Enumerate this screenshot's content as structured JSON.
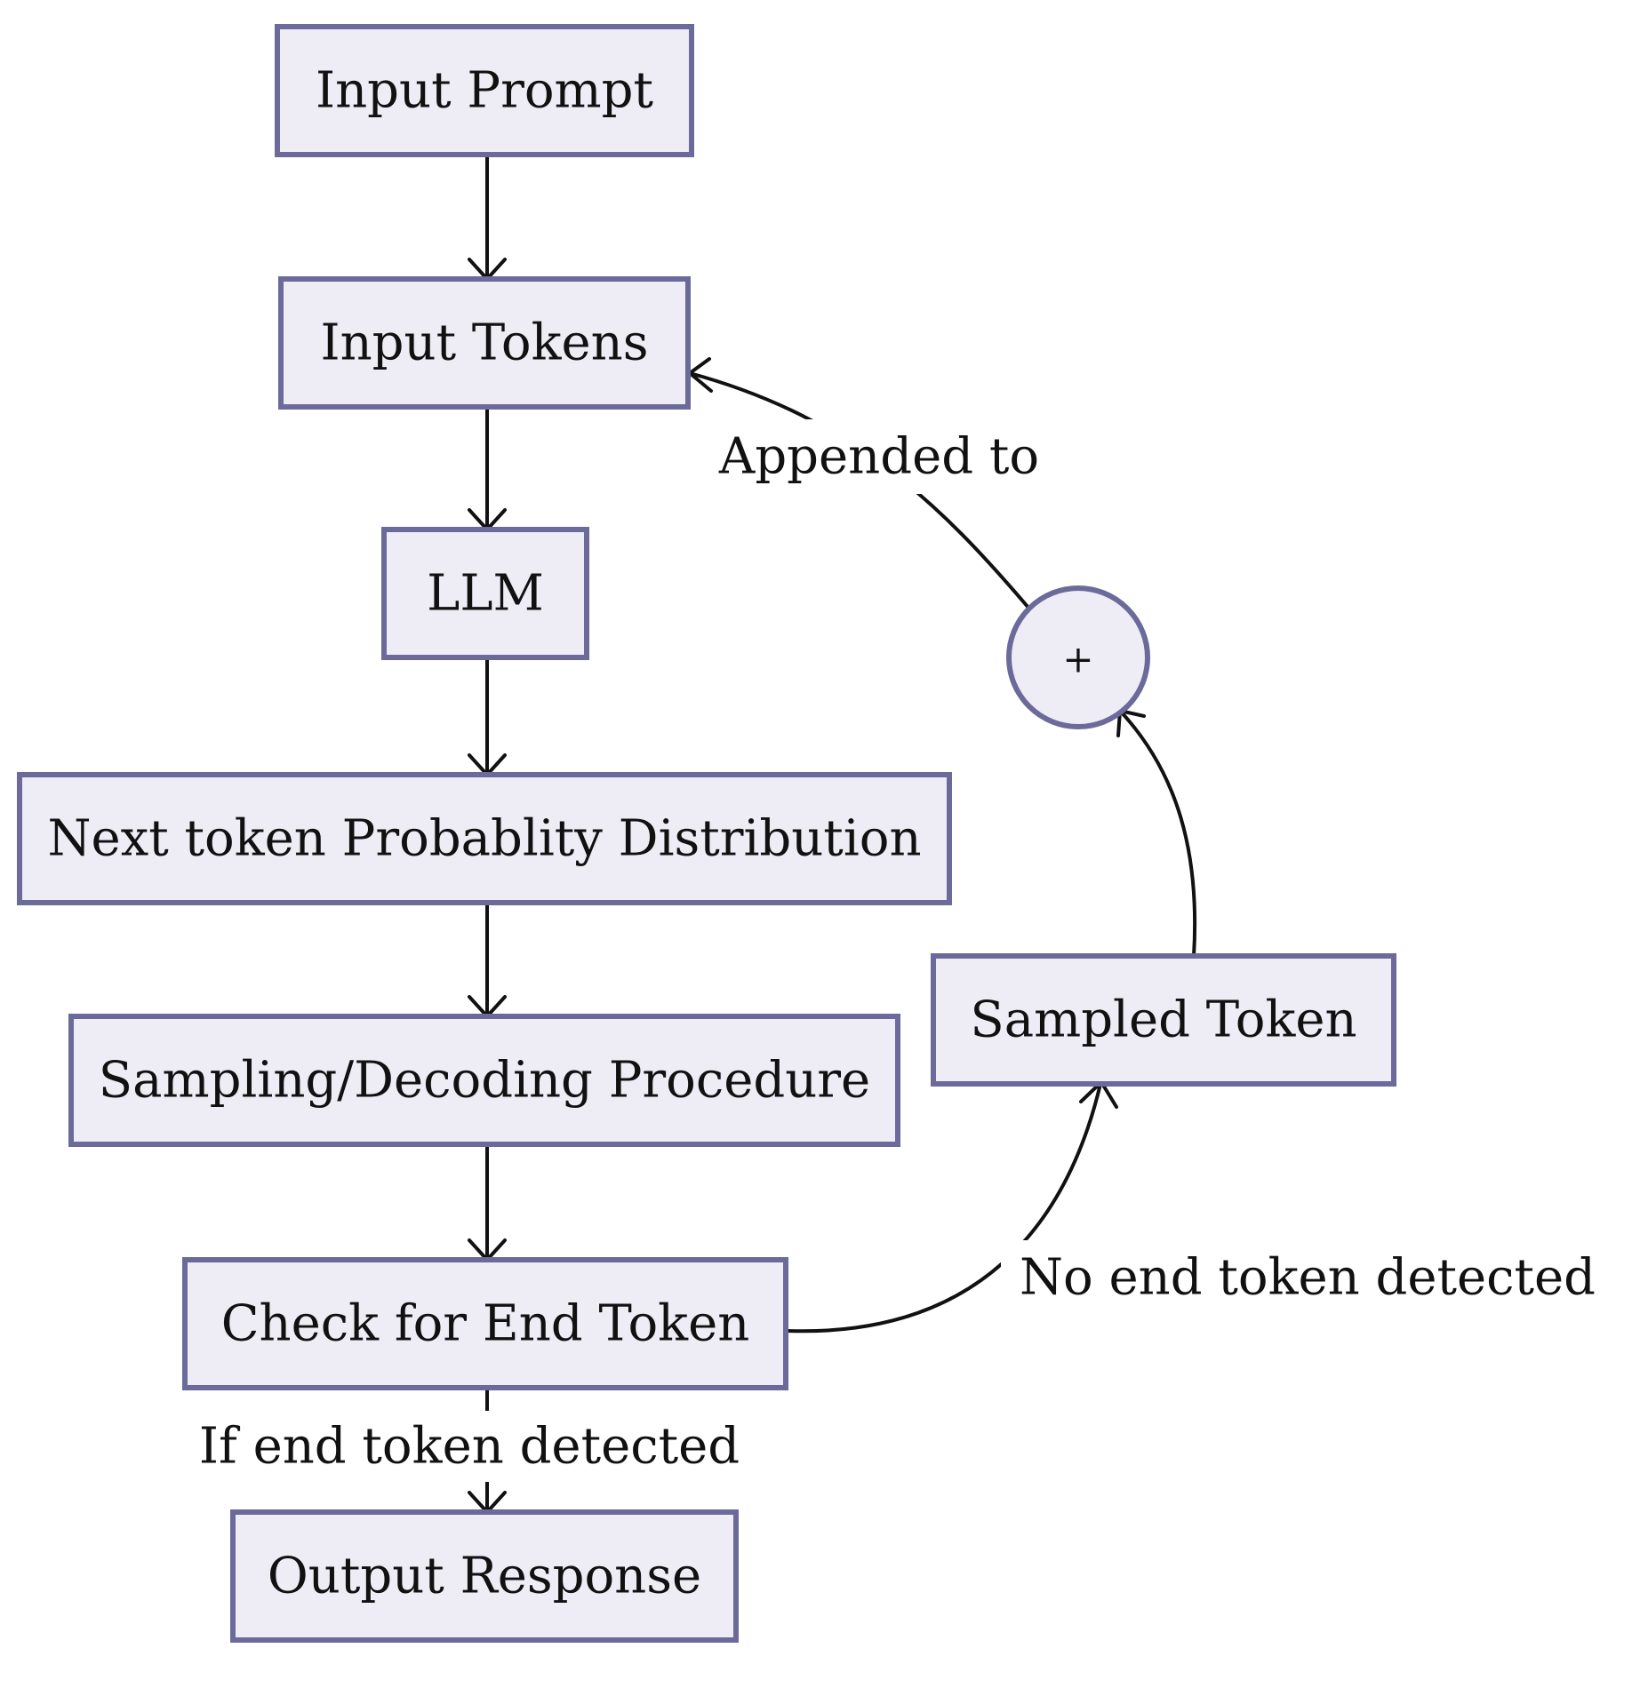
{
  "diagram": {
    "nodes": {
      "input_prompt": "Input Prompt",
      "input_tokens": "Input Tokens",
      "llm": "LLM",
      "next_token_distribution": "Next token Probablity Distribution",
      "sampling_procedure": "Sampling/Decoding Procedure",
      "check_end_token": "Check for End Token",
      "output_response": "Output Response",
      "sampled_token": "Sampled Token",
      "append_operator": "+"
    },
    "edges": {
      "appended_to": "Appended to",
      "no_end_token": "No end token detected",
      "end_token_detected": "If end token detected"
    },
    "colors": {
      "node_fill": "#eeecf5",
      "node_stroke": "#6b6a9a",
      "edge": "#111111"
    }
  }
}
